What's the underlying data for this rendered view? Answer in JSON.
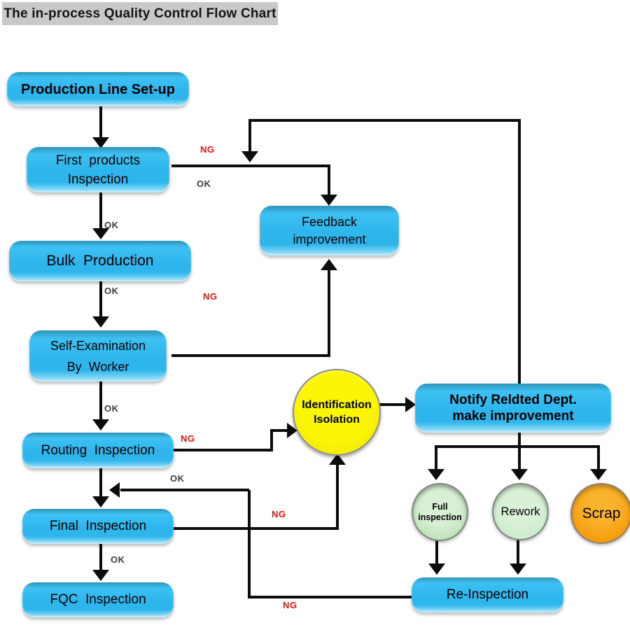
{
  "title": "The in-process Quality Control Flow Chart",
  "colors": {
    "box_fill": "#2db5ec",
    "box_rim": "#2e93b6",
    "title_bg": "#c9c9c9",
    "line": "#0c0c0c",
    "ng_red": "#fb0d0d",
    "ok_gray": "#3b3b3b",
    "identification_fill": "#f7ef03",
    "full_inspection_fill": "#bfe2bb",
    "rework_fill": "#cdeccd",
    "scrap_fill": "#f59c0c"
  },
  "nodes": {
    "production": {
      "label": "Production Line Set-up"
    },
    "first_inspection": {
      "line1": "First  products",
      "line2": "Inspection"
    },
    "bulk": {
      "label": "Bulk  Production"
    },
    "self_exam": {
      "line1": "Self-Examination",
      "line2": "By  Worker"
    },
    "routing": {
      "label": "Routing  Inspection"
    },
    "final": {
      "label": "Final  Inspection"
    },
    "fqc": {
      "label": "FQC  Inspection"
    },
    "feedback": {
      "line1": "Feedback",
      "line2": "improvement"
    },
    "notify": {
      "line1": "Notify Reldted Dept.",
      "line2": "make improvement"
    },
    "reinspection": {
      "label": "Re-Inspection"
    },
    "identification": {
      "line1": "Identification",
      "line2": "Isolation"
    },
    "full_inspection": {
      "line1": "Full",
      "line2": "inspection"
    },
    "rework": {
      "label": "Rework"
    },
    "scrap": {
      "label": "Scrap"
    }
  },
  "edge_labels": {
    "first_ng": "NG",
    "first_ok": "OK",
    "first_down_ok": "OK",
    "bulk_ok": "OK",
    "self_ng": "NG",
    "self_ok": "OK",
    "routing_ng": "NG",
    "reinspection_ok": "OK",
    "final_ng": "NG",
    "final_ok": "OK",
    "reinspection_ng": "NG"
  }
}
